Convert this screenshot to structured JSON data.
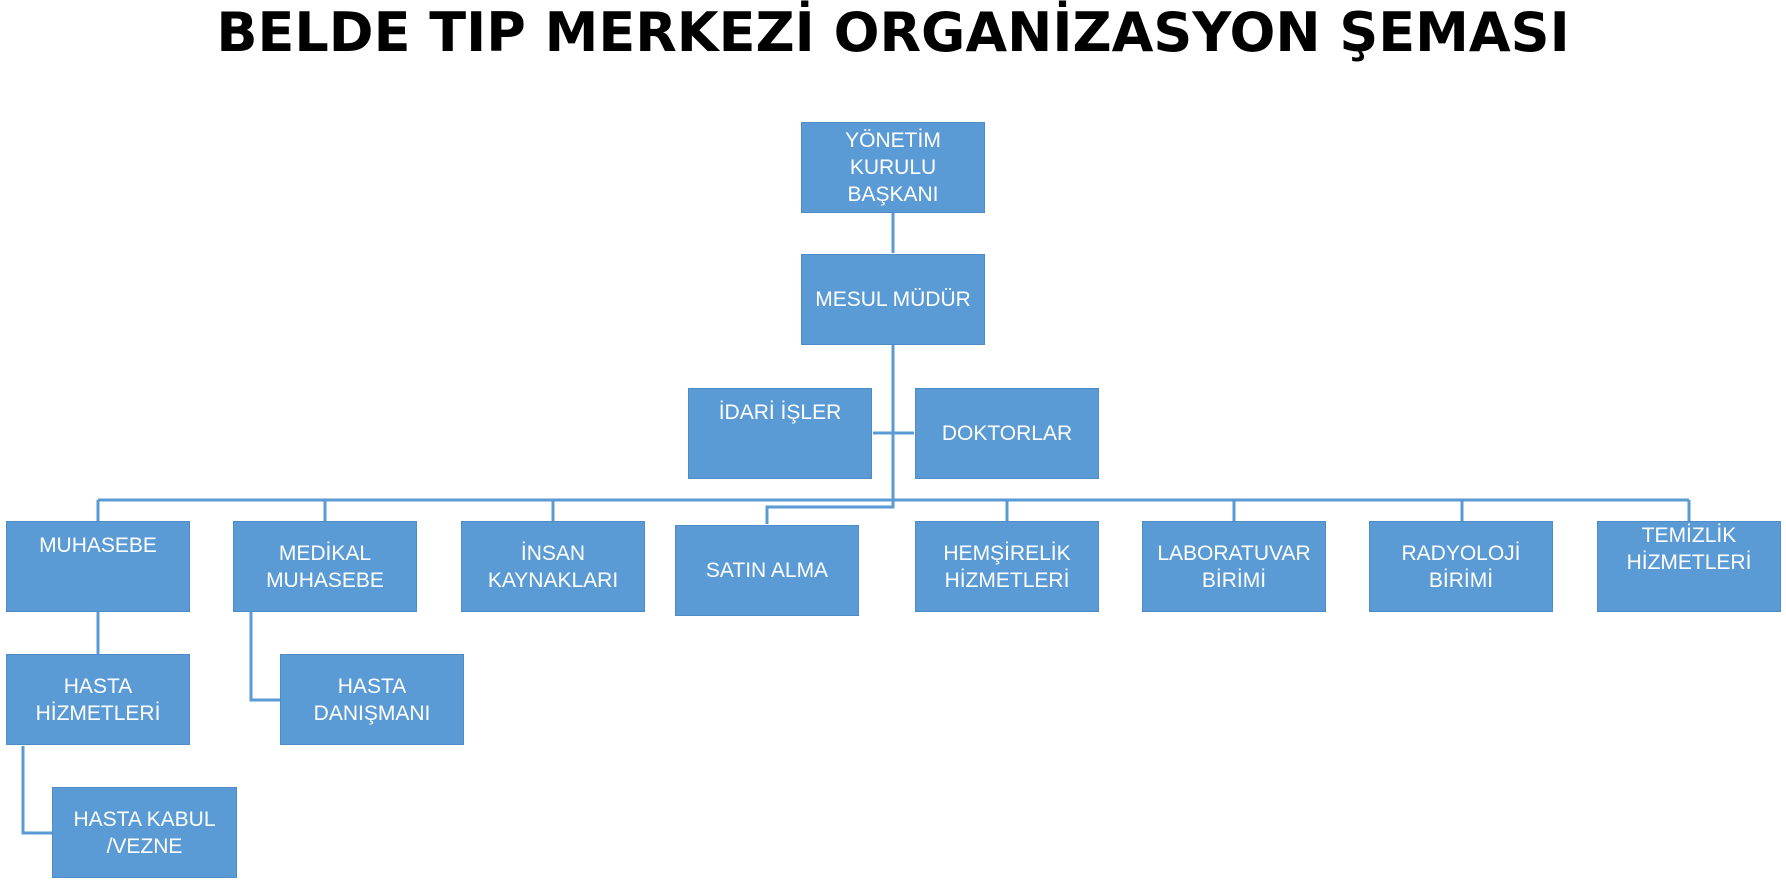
{
  "title": "BELDE TIP MERKEZİ ORGANİZASYON ŞEMASI",
  "colors": {
    "box_fill": "#5b9bd5",
    "box_text": "#ffffff",
    "connector": "#5b9bd5",
    "title_text": "#000000"
  },
  "nodes": {
    "yonetim": "YÖNETİM\nKURULU BAŞKANI",
    "mesul": "MESUL MÜDÜR",
    "idari": "İDARİ İŞLER",
    "doktorlar": "DOKTORLAR",
    "muhasebe": "MUHASEBE",
    "medikal": "MEDİKAL\nMUHASEBE",
    "insan": "İNSAN\nKAYNAKLARI",
    "satin": "SATIN ALMA",
    "hemsirelik": "HEMŞİRELİK\nHİZMETLERİ",
    "laboratuvar": "LABORATUVAR\nBİRİMİ",
    "radyoloji": "RADYOLOJİ\nBİRİMİ",
    "temizlik": "TEMİZLİK\nHİZMETLERİ",
    "hasta_hizmetleri": "HASTA\nHİZMETLERİ",
    "hasta_danismani": "HASTA\nDANIŞMANI",
    "hasta_kabul": "HASTA KABUL\n/VEZNE"
  }
}
